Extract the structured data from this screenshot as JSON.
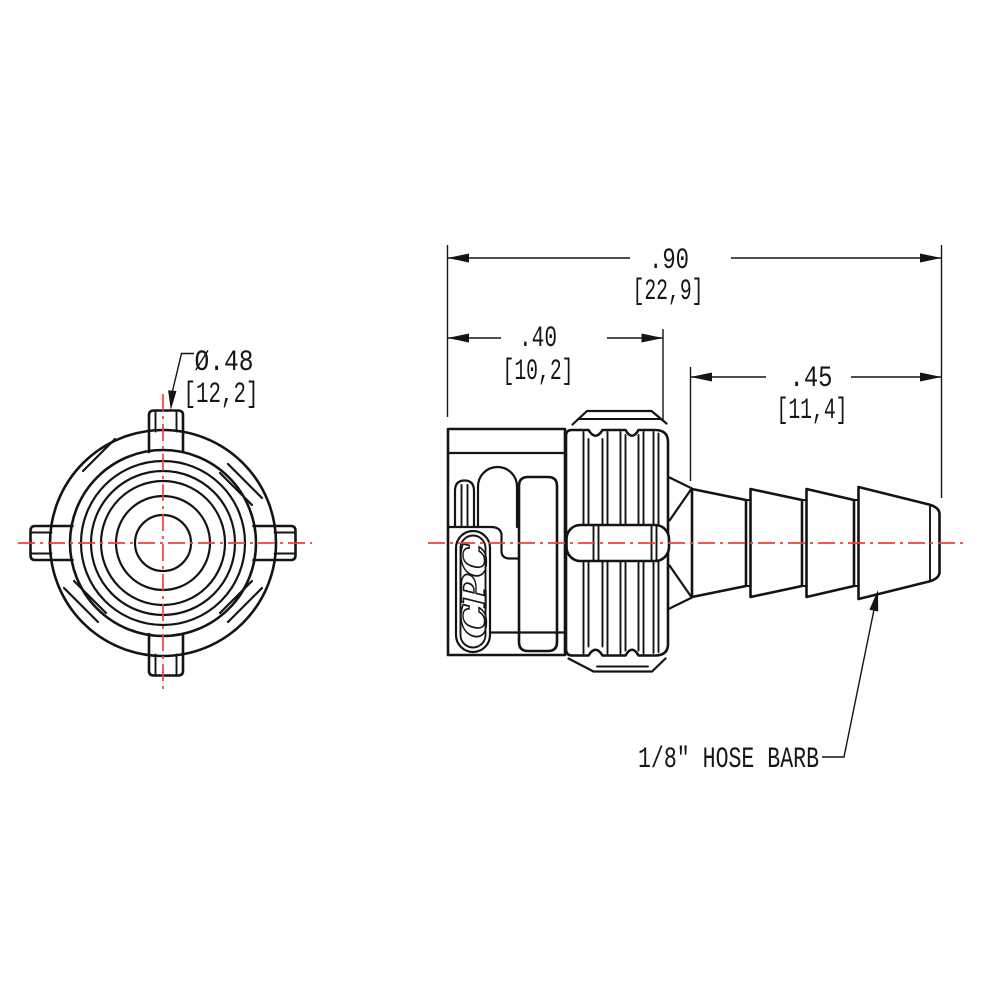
{
  "drawing": {
    "dimensions": {
      "overall_length_in": ".90",
      "overall_length_mm": "[22,9]",
      "front_length_in": ".40",
      "front_length_mm": "[10,2]",
      "barb_length_in": ".45",
      "barb_length_mm": "[11,4]",
      "stem_diameter_in": "Ø.48",
      "stem_diameter_mm": "[12,2]"
    },
    "labels": {
      "hose_barb": "1/8″ HOSE BARB",
      "logo": "CPC"
    },
    "colors": {
      "line": "#141414",
      "centerline": "#ef4136",
      "background": "#ffffff"
    }
  }
}
